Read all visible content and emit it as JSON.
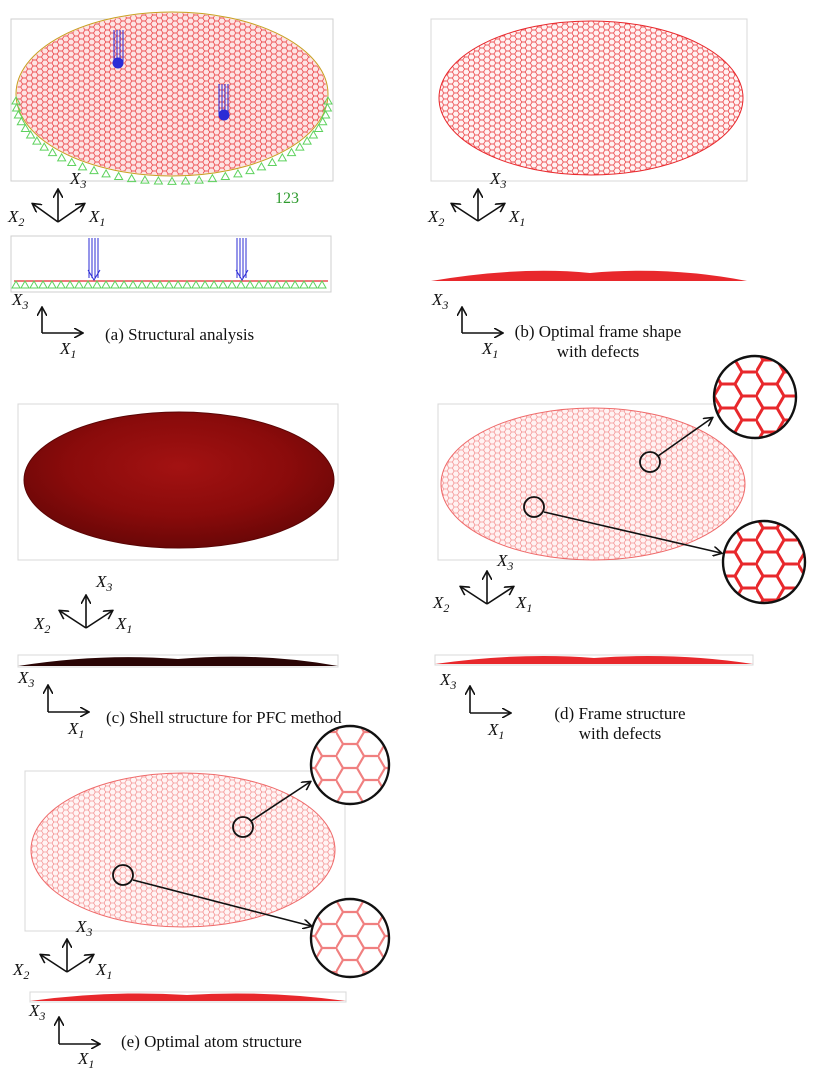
{
  "panels": {
    "a": {
      "caption": "(a) Structural analysis",
      "node_label": "123"
    },
    "b": {
      "caption_line1": "(b) Optimal frame shape",
      "caption_line2": "with defects"
    },
    "c": {
      "caption": "(c) Shell structure for PFC method"
    },
    "d": {
      "caption_line1": "(d) Frame structure",
      "caption_line2": "with defects"
    },
    "e": {
      "caption": "(e) Optimal atom structure"
    }
  },
  "axes": {
    "x1": "X",
    "x2": "X",
    "x3": "X",
    "sub1": "1",
    "sub2": "2",
    "sub3": "3"
  },
  "colors": {
    "mesh": "#e8282c",
    "mesh_light": "#f4a0a0",
    "shell": "#8e0c0c",
    "support": "#5ed25e",
    "load": "#2b2bd6",
    "frame_border": "#c8c8c8",
    "arrow": "#111111"
  }
}
